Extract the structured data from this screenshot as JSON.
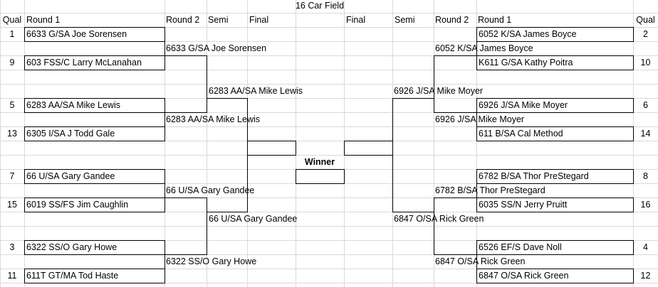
{
  "title": "16 Car Field",
  "headers": {
    "qual_left": "Qual",
    "round1_left": "Round 1",
    "round2_left": "Round 2",
    "semi_left": "Semi",
    "final_left": "Final",
    "final_right": "Final",
    "semi_right": "Semi",
    "round2_right": "Round 2",
    "round1_right": "Round 1",
    "qual_right": "Qual"
  },
  "winner_label": "Winner",
  "left": {
    "round1": [
      {
        "qual": "1",
        "name": "6633 G/SA Joe Sorensen"
      },
      {
        "qual": "9",
        "name": "603 FSS/C Larry McLanahan"
      },
      {
        "qual": "5",
        "name": "6283 AA/SA Mike Lewis"
      },
      {
        "qual": "13",
        "name": "6305 I/SA J Todd Gale"
      },
      {
        "qual": "7",
        "name": "66 U/SA Gary Gandee"
      },
      {
        "qual": "15",
        "name": "6019 SS/FS Jim Caughlin"
      },
      {
        "qual": "3",
        "name": "6322 SS/O Gary Howe"
      },
      {
        "qual": "11",
        "name": "611T GT/MA Tod Haste"
      }
    ],
    "round2": [
      "6633 G/SA Joe Sorensen",
      "6283 AA/SA Mike Lewis",
      "66 U/SA Gary Gandee",
      "6322 SS/O Gary Howe"
    ],
    "semi": [
      "6283 AA/SA Mike Lewis",
      "66 U/SA Gary Gandee"
    ]
  },
  "right": {
    "round1": [
      {
        "qual": "2",
        "name": "6052 K/SA James Boyce"
      },
      {
        "qual": "10",
        "name": "K611 G/SA Kathy Poitra"
      },
      {
        "qual": "6",
        "name": "6926 J/SA Mike Moyer"
      },
      {
        "qual": "14",
        "name": "611 B/SA Cal Method"
      },
      {
        "qual": "8",
        "name": "6782 B/SA Thor PreStegard"
      },
      {
        "qual": "16",
        "name": "6035 SS/N Jerry Pruitt"
      },
      {
        "qual": "4",
        "name": "6526 EF/S Dave Noll"
      },
      {
        "qual": "12",
        "name": "6847 O/SA Rick Green"
      }
    ],
    "round2": [
      "6052 K/SA James Boyce",
      "6926 J/SA Mike Moyer",
      "6782 B/SA Thor PreStegard",
      "6847 O/SA Rick Green"
    ],
    "semi": [
      "6926 J/SA Mike Moyer",
      "6847 O/SA Rick Green"
    ]
  }
}
